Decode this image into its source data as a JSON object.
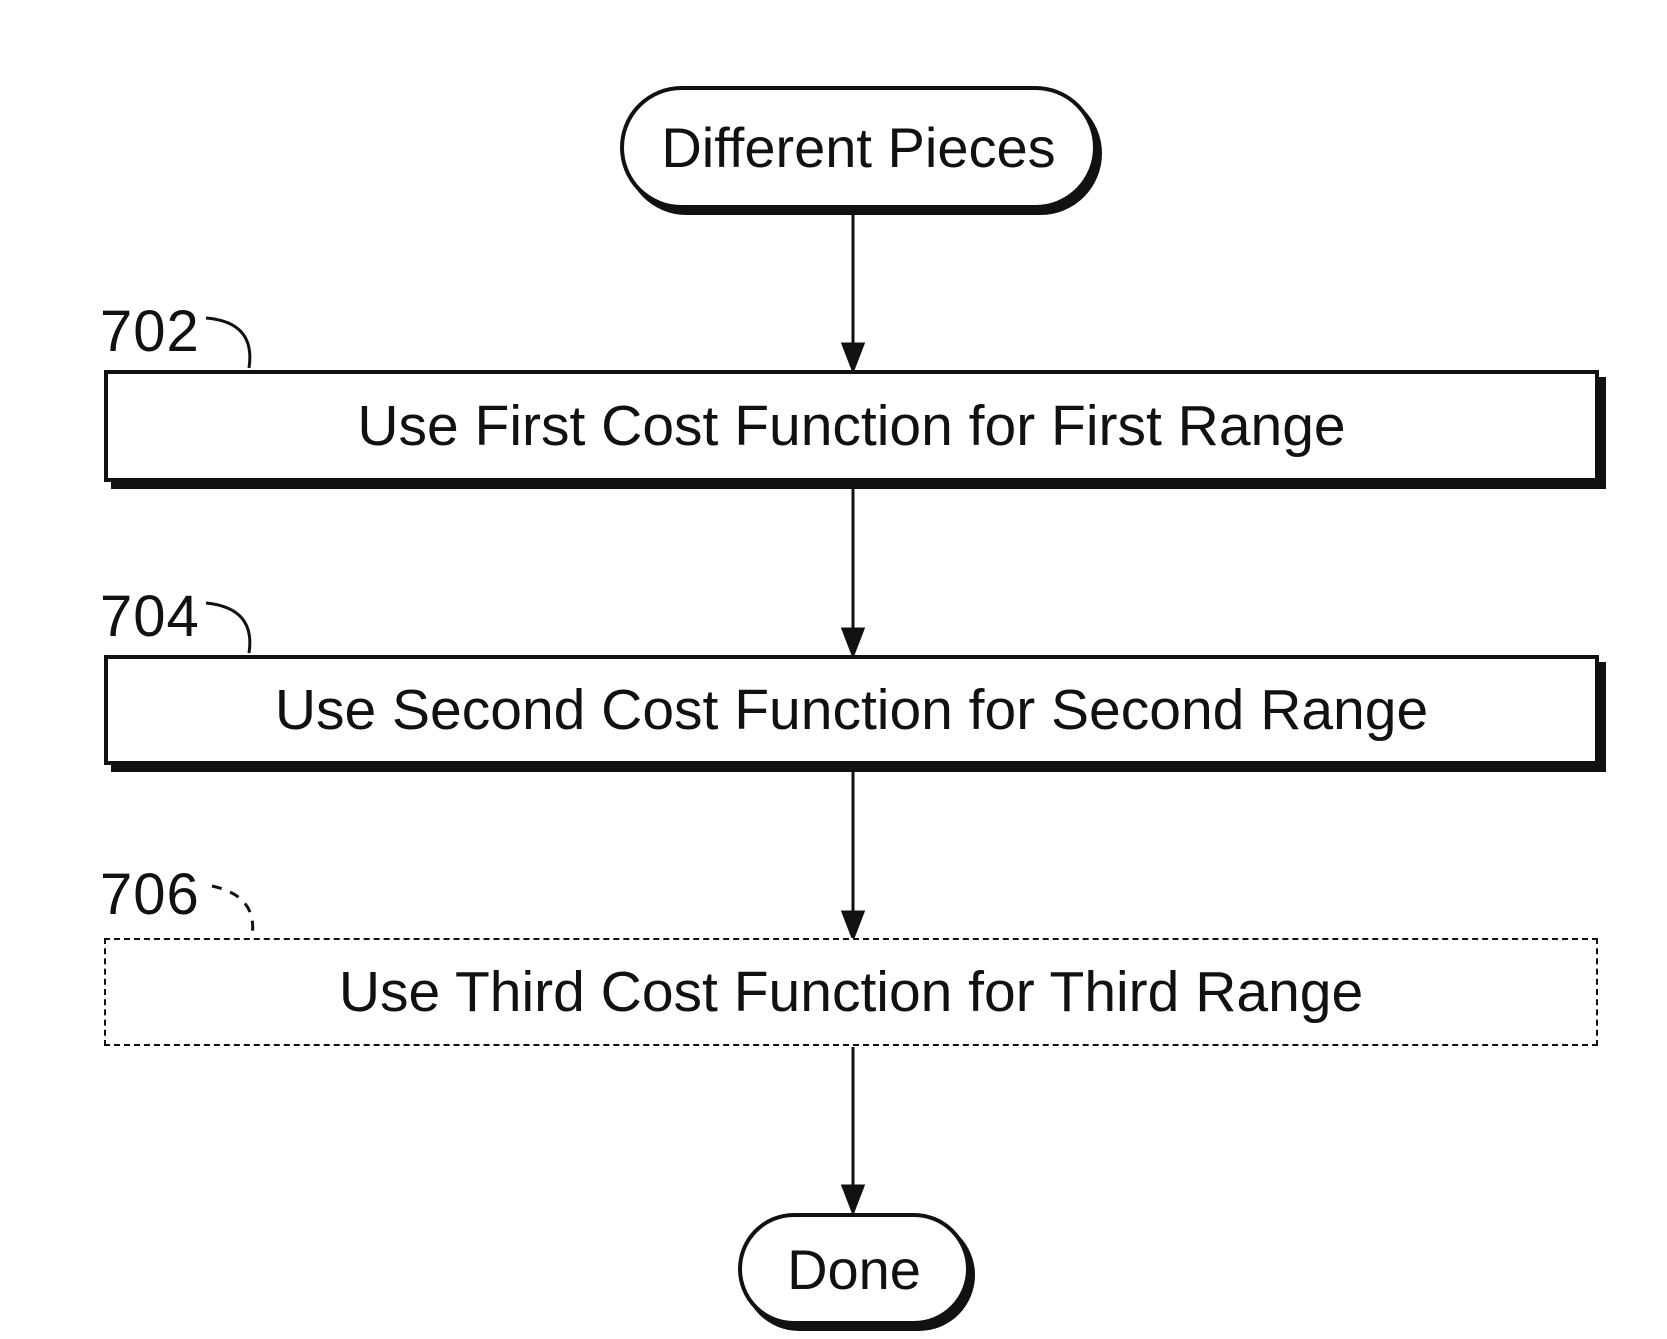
{
  "figure": {
    "type": "flowchart",
    "colors": {
      "ink": "#111111",
      "background": "#ffffff"
    },
    "start": {
      "label": "Different Pieces",
      "shape": "stadium"
    },
    "steps": [
      {
        "ref": "702",
        "label": "Use First Cost Function for First Range",
        "border": "solid"
      },
      {
        "ref": "704",
        "label": "Use Second Cost Function for Second Range",
        "border": "solid"
      },
      {
        "ref": "706",
        "label": "Use Third Cost Function for Third Range",
        "border": "dashed"
      }
    ],
    "end": {
      "label": "Done",
      "shape": "stadium"
    }
  }
}
